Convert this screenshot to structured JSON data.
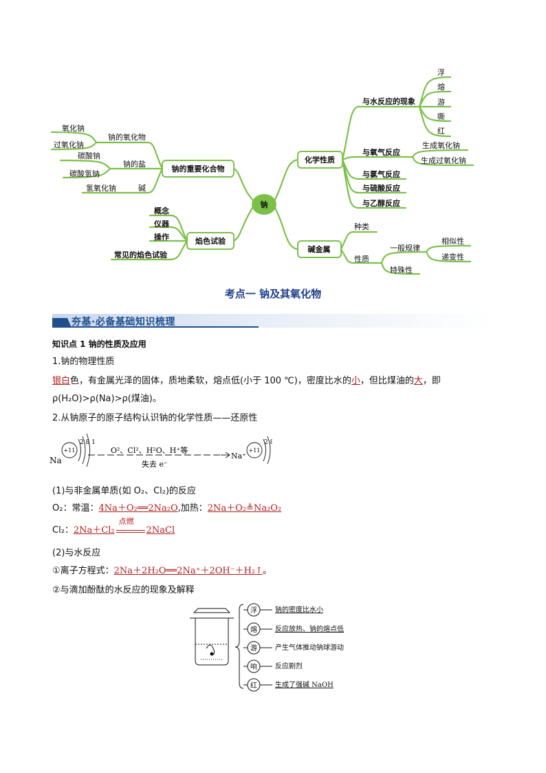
{
  "mindmap": {
    "center": "钠",
    "left_compounds": {
      "box": "钠的重要化合物",
      "groups": [
        {
          "label": "钠的氧化物",
          "items": [
            "氧化钠",
            "过氧化钠"
          ]
        },
        {
          "label": "钠的盐",
          "items": [
            "碳酸钠",
            "碳酸氢钠"
          ]
        },
        {
          "label": "碱",
          "items": [
            "氢氧化钠"
          ]
        }
      ]
    },
    "left_flame": {
      "box": "焰色试验",
      "items": [
        "概念",
        "仪器",
        "操作",
        "常见的焰色试验"
      ]
    },
    "right_chem": {
      "box": "化学性质",
      "water": {
        "label": "与水反应的现象",
        "items": [
          "浮",
          "熔",
          "游",
          "嘶",
          "红"
        ]
      },
      "oxygen": {
        "label": "与氧气反应",
        "items": [
          "生成氧化钠",
          "生成过氧化钠"
        ]
      },
      "others": [
        "与氯气反应",
        "与硫酸反应",
        "与乙醇反应"
      ]
    },
    "right_alkali": {
      "box": "碱金属",
      "kind": "种类",
      "prop": "性质",
      "general": "一般规律",
      "general_items": [
        "相似性",
        "递变性"
      ],
      "special": "特殊性"
    }
  },
  "title": "考点一  钠及其氧化物",
  "band": "夯基·必备基础知识梳理",
  "kp1": "知识点 1  钠的性质及应用",
  "s1": "1.钠的物理性质",
  "phys": {
    "a1": "银白",
    "a2": "色，有金属光泽的固体，质地柔软，熔点低(小于 100 ℃)，密度比水的",
    "a3": "小",
    "a4": "，但比煤油的",
    "a5": "大",
    "a6": "，即",
    "line2": "ρ(H₂O)>ρ(Na)>ρ(煤油)。"
  },
  "s2": "2.从钠原子的原子结构认识钠的化学性质——还原性",
  "atom": {
    "na_label": "Na",
    "nucleus": "+11",
    "shells_na": "2 8 1",
    "shells_ion": "2 8",
    "reagents": "O²、Cl²、H²O、H⁺等",
    "lose": "失去 e⁻",
    "ion": "Na⁺"
  },
  "r1": "(1)与非金属单质(如 O₂、Cl₂)的反应",
  "o2_line": {
    "label": "O₂：常温：",
    "eq1": "4Na＋O₂══2Na₂O",
    "mid": ",加热：",
    "eq2": "2Na＋O₂≜Na₂O₂"
  },
  "cl2_line": {
    "label": "Cl₂：",
    "left": "2Na＋Cl₂",
    "cond": "点燃",
    "right": "2NaCl"
  },
  "r2": "(2)与水反应",
  "ion_eq": {
    "label": "①离子方程式：",
    "eq": "2Na＋2H₂O══2Na⁺＋2OH⁻＋H₂↑",
    "end": "。"
  },
  "phen_title": "②与滴加酚酞的水反应的现象及解释",
  "phenomena": [
    {
      "char": "浮",
      "text": "钠的密度比水小"
    },
    {
      "char": "熔",
      "text": "反应放热、钠的熔点低"
    },
    {
      "char": "游",
      "text": "产生气体推动钠球游动"
    },
    {
      "char": "响",
      "text": "反应剧烈"
    },
    {
      "char": "红",
      "text": "生成了强碱 NaOH"
    }
  ],
  "colors": {
    "mindmap_line": "#7cc04a",
    "box_border": "#7cc04a",
    "center_fill": "#7cc04a",
    "title_blue": "#1f3d8a",
    "answer_red": "#b31b1b"
  }
}
